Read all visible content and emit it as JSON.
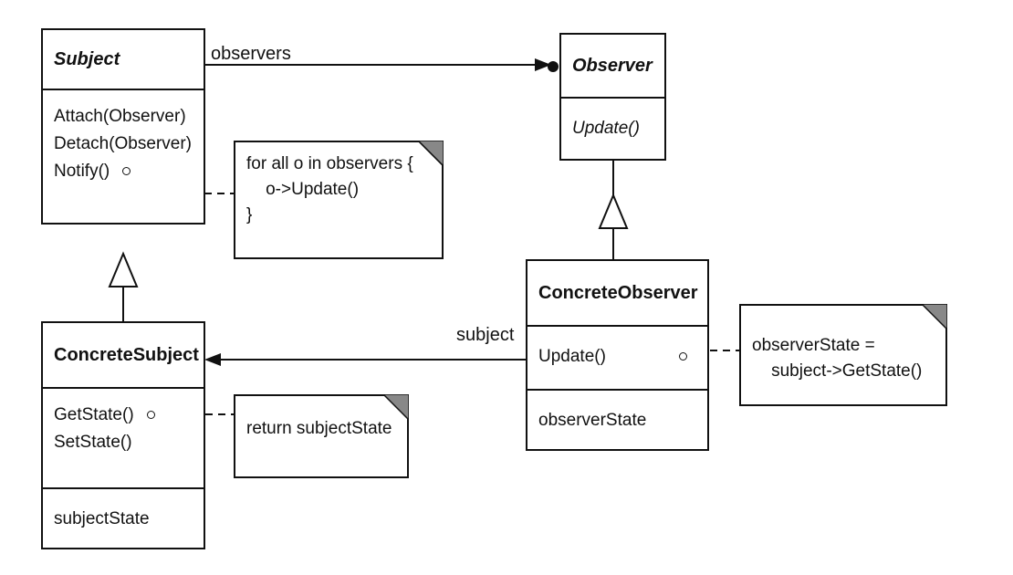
{
  "subject": {
    "name": "Subject",
    "operations": [
      "Attach(Observer)",
      "Detach(Observer)",
      "Notify()"
    ]
  },
  "observer": {
    "name": "Observer",
    "operations": [
      "Update()"
    ]
  },
  "concrete_subject": {
    "name": "ConcreteSubject",
    "operations": [
      "GetState()",
      "SetState()"
    ],
    "attributes": [
      "subjectState"
    ]
  },
  "concrete_observer": {
    "name": "ConcreteObserver",
    "operations": [
      "Update()"
    ],
    "attributes": [
      "observerState"
    ]
  },
  "notes": {
    "notify": "for all o in observers {\n    o->Update()\n}",
    "getstate": "return subjectState",
    "update": "observerState =\n    subject->GetState()"
  },
  "associations": {
    "observers": "observers",
    "subject": "subject"
  }
}
